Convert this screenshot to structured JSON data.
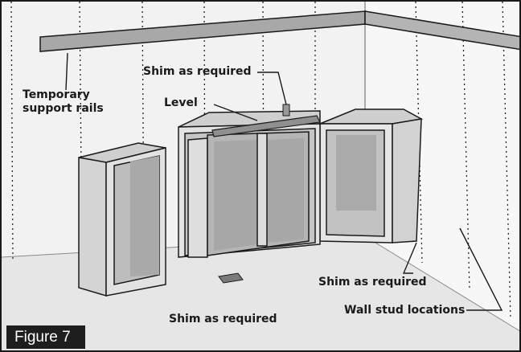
{
  "labels": {
    "temporary_support_rails": "Temporary support rails",
    "shim_top": "Shim as required",
    "level": "Level",
    "shim_right": "Shim as required",
    "shim_floor": "Shim as required",
    "wall_stud_locations": "Wall stud locations"
  },
  "figure_caption": "Figure 7",
  "colors": {
    "wall": "#f2f2f2",
    "floor": "#e6e6e6",
    "cabinet_face": "#d9d9d9",
    "cabinet_interior": "#bdbdbd",
    "rail": "#a8a8a8",
    "line": "#1a1a1a"
  }
}
